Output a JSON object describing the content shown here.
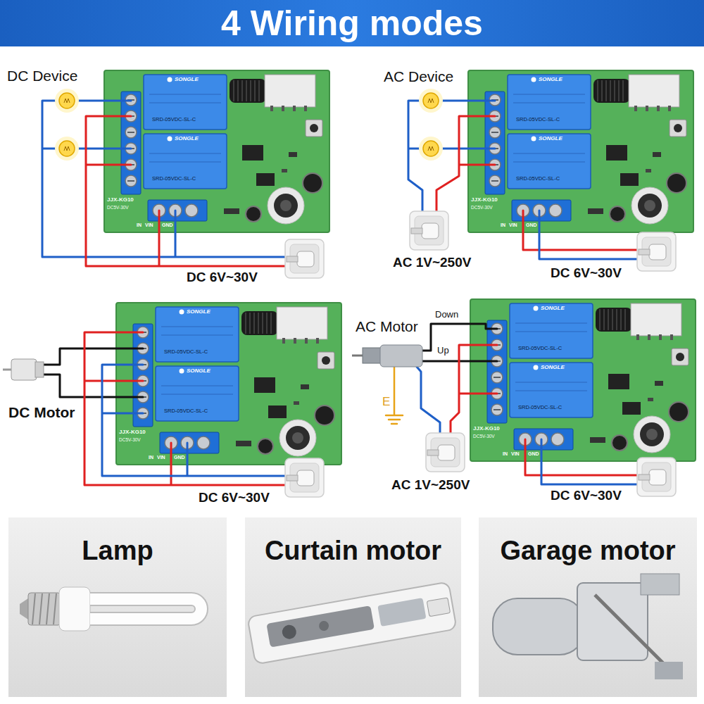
{
  "diagram": {
    "title": "4 Wiring modes",
    "nodes": [
      {
        "text": [
          "Lamp"
        ]
      },
      {
        "text": [
          "Curtain motor"
        ]
      },
      {
        "text": [
          "Garage motor"
        ]
      }
    ],
    "labels": [
      "DC Device",
      "DC 6V~30V",
      "AC Device",
      "AC 1V~250V",
      "DC 6V~30V",
      "DC Motor",
      "DC 6V~30V",
      "AC Motor",
      "Down",
      "Up",
      "E",
      "AC 1V~250V",
      "DC 6V~30V",
      "SONGLE",
      "SRD-05VDC-SL-C",
      "SONGLE",
      "SRD-05VDC-SL-C",
      "JJX-KG10",
      "DC5V-30V",
      "IN",
      "VIN",
      "GND",
      "SONGLE",
      "SRD-05VDC-SL-C",
      "SONGLE",
      "SRD-05VDC-SL-C",
      "JJX-KG10",
      "DC5V-30V",
      "IN",
      "VIN",
      "GND",
      "SONGLE",
      "SRD-05VDC-SL-C",
      "SONGLE",
      "SRD-05VDC-SL-C",
      "JJX-KG10",
      "DC5V-30V",
      "IN",
      "VIN",
      "GND",
      "SONGLE",
      "SRD-05VDC-SL-C",
      "SONGLE",
      "SRD-05VDC-SL-C",
      "JJX-KG10",
      "DC5V-30V",
      "IN",
      "VIN",
      "GND"
    ]
  }
}
